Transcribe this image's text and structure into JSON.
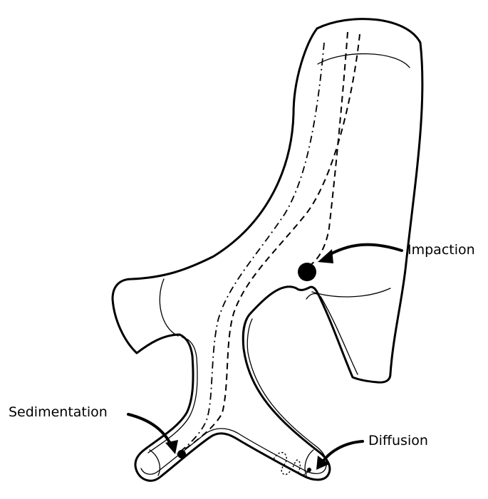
{
  "labels": {
    "impaction": "Impaction",
    "sedimentation": "Sedimentation",
    "diffusion": "Diffusion"
  },
  "colors": {
    "line": "#000000",
    "background": "#ffffff"
  }
}
